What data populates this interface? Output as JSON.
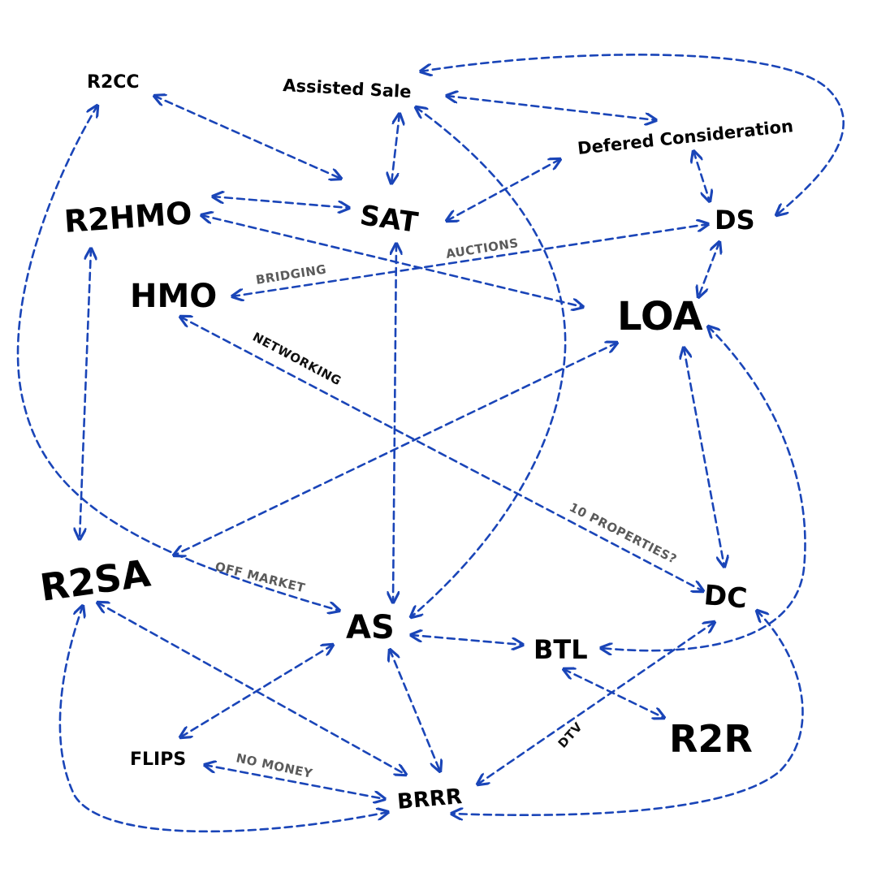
{
  "colors": {
    "edge": "#1a45b8",
    "node_text": "#000000",
    "edge_label_text": "#5a5a5a"
  },
  "nodes": {
    "r2cc": "R2CC",
    "assisted_sale": "Assisted Sale",
    "deferred_consideration": "Defered Consideration",
    "r2hmo": "R2HMO",
    "sat": "SAT",
    "ds": "DS",
    "hmo": "HMO",
    "loa": "LOA",
    "r2sa": "R2SA",
    "as": "AS",
    "dc": "DC",
    "btl": "BTL",
    "r2r": "R2R",
    "flips": "FLIPS",
    "brrr": "BRRR"
  },
  "edge_labels": {
    "auctions": "AUCTIONS",
    "bridging": "BRIDGING",
    "networking": "NETWORKING",
    "ten_properties": "10 PROPERTIES?",
    "off_market": "OFF MARKET",
    "no_money": "NO MONEY",
    "dtv": "DTV"
  }
}
